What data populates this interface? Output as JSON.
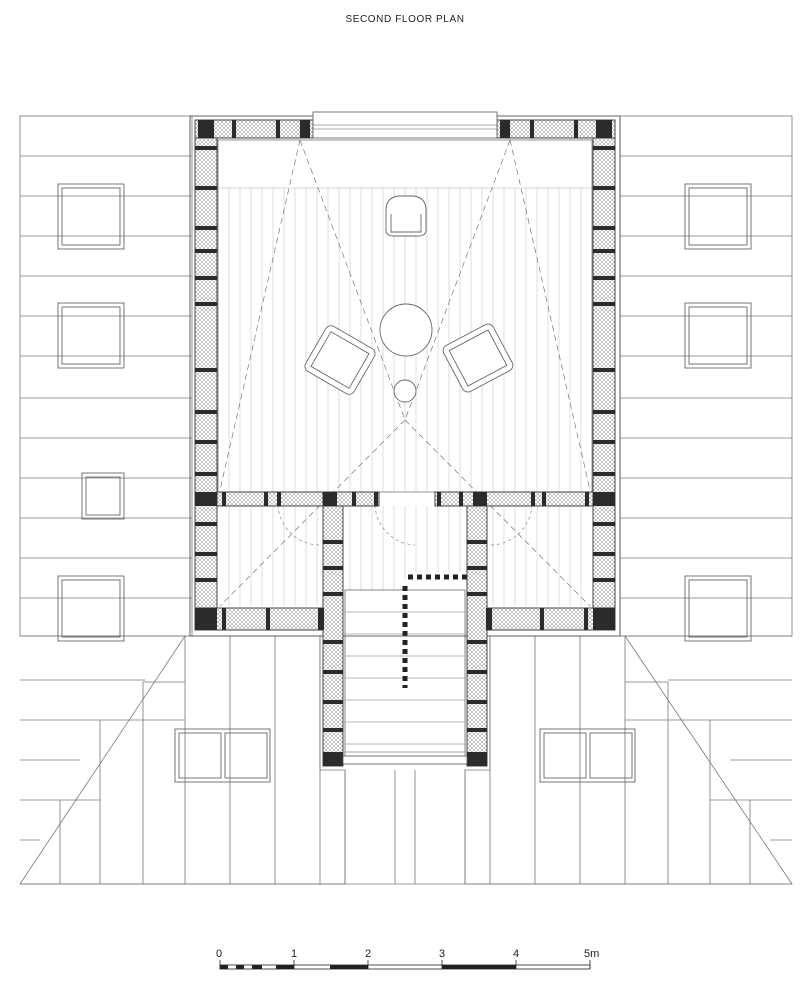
{
  "title": "SECOND FLOOR PLAN",
  "scale_bar": {
    "ticks": [
      "0",
      "1",
      "2",
      "3",
      "4",
      "5m"
    ]
  },
  "colors": {
    "line": "#555555",
    "wall_block": "#2b2b2b",
    "hatch": "#9a9a9a",
    "background": "#ffffff"
  }
}
